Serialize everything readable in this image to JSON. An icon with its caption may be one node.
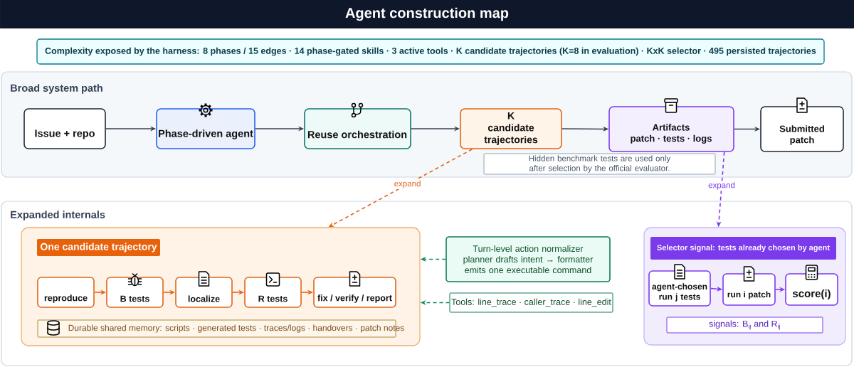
{
  "diagram": {
    "title": "Agent construction map",
    "nodes": [
      {
        "text": [
          "Complexity exposed by the harness: 8 phases / 15 edges · 14 phase-gated skills · 3 active tools · K candidate trajectories (K=8 in evaluation) · KxK selector · 495 persisted trajectories"
        ]
      },
      {
        "text": [
          "Broad system path"
        ]
      },
      {
        "text": [
          "Issue + repo"
        ],
        "in": 1
      },
      {
        "text": [
          "Phase-driven agent"
        ],
        "in": 1
      },
      {
        "text": [
          "Reuse orchestration"
        ],
        "in": 1
      },
      {
        "text": [
          "K",
          "candidate trajectories"
        ],
        "in": 1
      },
      {
        "text": [
          "Artifacts",
          "patch · tests · logs"
        ],
        "in": 1
      },
      {
        "text": [
          "Submitted patch"
        ],
        "in": 1
      },
      {
        "text": [
          "Hidden benchmark tests are used only after selection by the official evaluator."
        ],
        "in": 1
      },
      {
        "text": [
          "Expanded internals"
        ]
      },
      {
        "text": [
          "One candidate trajectory"
        ],
        "in": 9
      },
      {
        "text": [
          "reproduce"
        ],
        "in": 10
      },
      {
        "text": [
          "B tests"
        ],
        "in": 10
      },
      {
        "text": [
          "localize"
        ],
        "in": 10
      },
      {
        "text": [
          "R tests"
        ],
        "in": 10
      },
      {
        "text": [
          "fix / verify / report"
        ],
        "in": 10
      },
      {
        "text": [
          "Durable shared memory: scripts · generated tests · traces/logs · handovers · patch notes"
        ],
        "in": 10
      },
      {
        "text": [
          "Turn-level action normalizer",
          "planner drafts intent → formatter emits one executable command"
        ],
        "in": 9
      },
      {
        "text": [
          "Tools: line_trace · caller_trace · line_edit"
        ],
        "in": 9
      },
      {
        "text": [
          "Selector signal: tests already chosen by agent"
        ],
        "in": 9
      },
      {
        "text": [
          "agent-chosen run j tests"
        ],
        "in": 19
      },
      {
        "text": [
          "run i patch"
        ],
        "in": 19
      },
      {
        "text": [
          "score(i)"
        ],
        "in": 19
      },
      {
        "text": [
          "signals: B$_{ij}$ and R$_{ij}$"
        ],
        "in": 19
      }
    ],
    "edges": [
      {
        "from": 2,
        "to": 3,
        "arrow": "to"
      },
      {
        "from": 3,
        "to": 4,
        "arrow": "to"
      },
      {
        "from": 4,
        "to": 5,
        "arrow": "to"
      },
      {
        "from": 5,
        "to": 6,
        "arrow": "to"
      },
      {
        "from": 6,
        "to": 7,
        "arrow": "to"
      },
      {
        "from": 5,
        "to": 10,
        "arrow": "to",
        "label": "expand",
        "style": "dashed",
        "color": "#e0651a"
      },
      {
        "from": 6,
        "to": 19,
        "arrow": "to",
        "label": "expand",
        "style": "dashed",
        "color": "#7c3aed"
      },
      {
        "from": 17,
        "to": 10,
        "arrow": "to",
        "style": "dashed",
        "color": "#0f8a64"
      },
      {
        "from": 18,
        "to": 10,
        "arrow": "to",
        "style": "dashed",
        "color": "#0f8a64"
      },
      {
        "from": 11,
        "to": 12,
        "arrow": "to",
        "color": "#e0651a"
      },
      {
        "from": 12,
        "to": 13,
        "arrow": "to",
        "color": "#e0651a"
      },
      {
        "from": 13,
        "to": 14,
        "arrow": "to",
        "color": "#e0651a"
      },
      {
        "from": 14,
        "to": 15,
        "arrow": "to",
        "color": "#e0651a"
      },
      {
        "from": 20,
        "to": 21,
        "arrow": "to",
        "color": "#7c3aed"
      },
      {
        "from": 21,
        "to": 22,
        "arrow": "to",
        "color": "#7c3aed"
      }
    ]
  }
}
